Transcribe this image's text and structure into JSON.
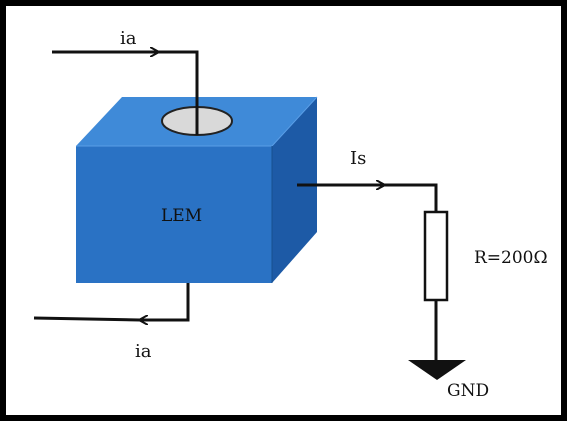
{
  "labels": {
    "ia_in": "ia",
    "ia_out": "ia",
    "lem": "LEM",
    "is": "Is",
    "resistor": "R=200Ω",
    "gnd": "GND"
  },
  "colors": {
    "frame": "#000000",
    "box_front": "#2a72c4",
    "box_top": "#3f8ad8",
    "box_side": "#1d5aa6",
    "wire": "#111111",
    "hole": "#d9d9d9"
  }
}
